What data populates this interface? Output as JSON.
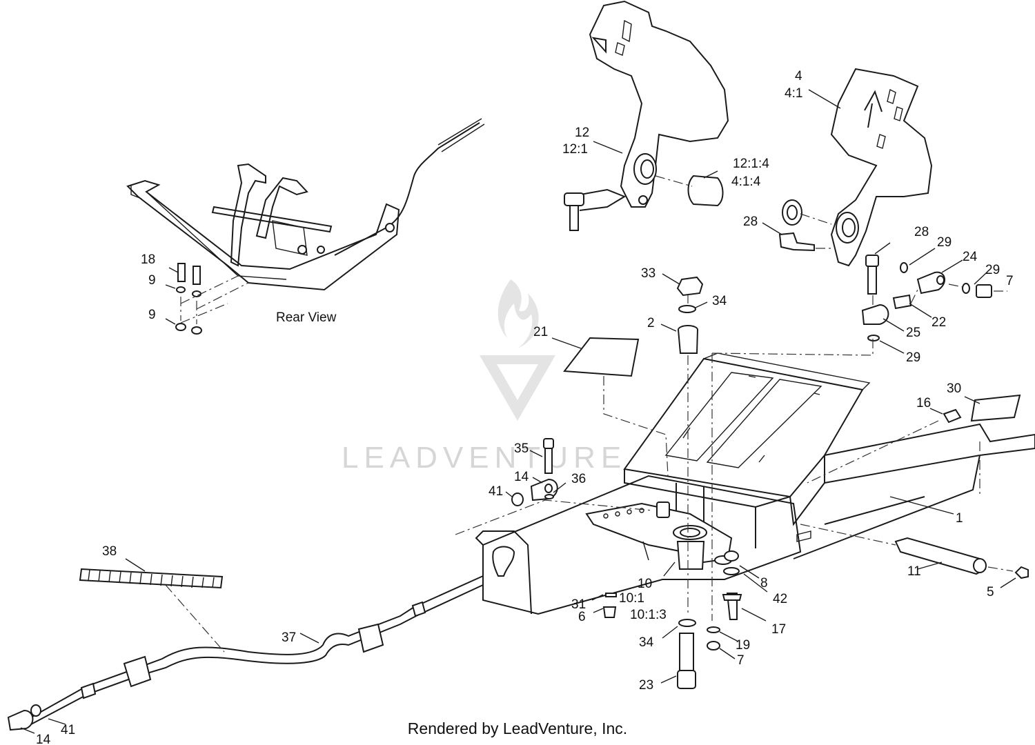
{
  "caption": "Rendered by LeadVenture, Inc.",
  "inset_label": "Rear View",
  "watermark_text": "LEADVENTURE",
  "callouts": {
    "c1": "1",
    "c2": "2",
    "c4": "4",
    "c4_1": "4:1",
    "c4_1_4": "4:1:4",
    "c5": "5",
    "c6": "6",
    "c7a": "7",
    "c7b": "7",
    "c8": "8",
    "c9a": "9",
    "c9b": "9",
    "c10": "10",
    "c10_1": "10:1",
    "c10_1_3": "10:1:3",
    "c11": "11",
    "c12": "12",
    "c12_1": "12:1",
    "c12_1_4": "12:1:4",
    "c14a": "14",
    "c14b": "14",
    "c16": "16",
    "c17": "17",
    "c18": "18",
    "c19": "19",
    "c21": "21",
    "c22": "22",
    "c23": "23",
    "c24": "24",
    "c25": "25",
    "c28a": "28",
    "c28b": "28",
    "c29a": "29",
    "c29b": "29",
    "c29c": "29",
    "c30": "30",
    "c31": "31",
    "c33": "33",
    "c34a": "34",
    "c34b": "34",
    "c35": "35",
    "c36": "36",
    "c37": "37",
    "c38": "38",
    "c41a": "41",
    "c41b": "41",
    "c42": "42"
  },
  "colors": {
    "line": "#1a1a1a",
    "watermark": "#d6d6d6",
    "background": "#ffffff"
  }
}
